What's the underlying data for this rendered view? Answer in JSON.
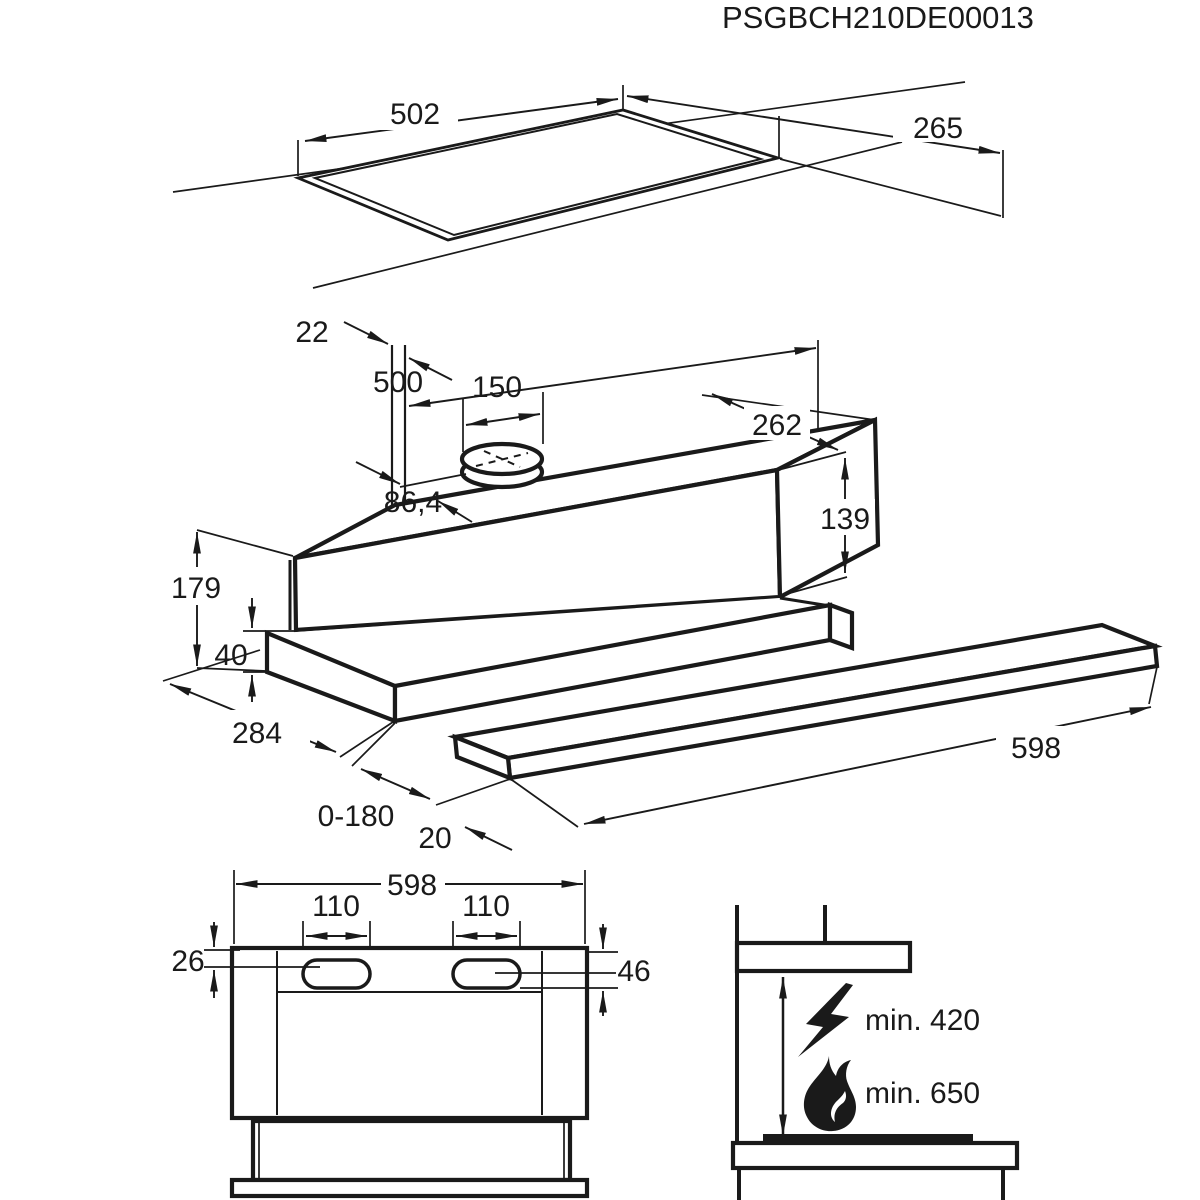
{
  "title": "PSGBCH210DE00013",
  "colors": {
    "line": "#1a1a1a",
    "background": "#ffffff"
  },
  "views": {
    "cutout": {
      "label": "cabinet cutout plan view",
      "dims": {
        "length": "502",
        "depth": "265"
      }
    },
    "hood3d": {
      "label": "hood 3d dimensional view",
      "dims": {
        "panel_thickness": "22",
        "body_length": "500",
        "duct_diameter": "150",
        "body_depth": "262",
        "duct_offset": "86,4",
        "body_height": "139",
        "total_height": "179",
        "base_height": "40",
        "base_depth": "284",
        "pullout_travel": "0-180",
        "visor_height": "20",
        "front_width": "598"
      }
    },
    "front": {
      "label": "front elevation view",
      "dims": {
        "width": "598",
        "slot_left": "110",
        "slot_right": "110",
        "slot_top_offset": "26",
        "slot_bottom_offset": "46"
      }
    },
    "clearance": {
      "label": "installation clearance view",
      "electric": "min. 420",
      "gas": "min. 650"
    }
  }
}
